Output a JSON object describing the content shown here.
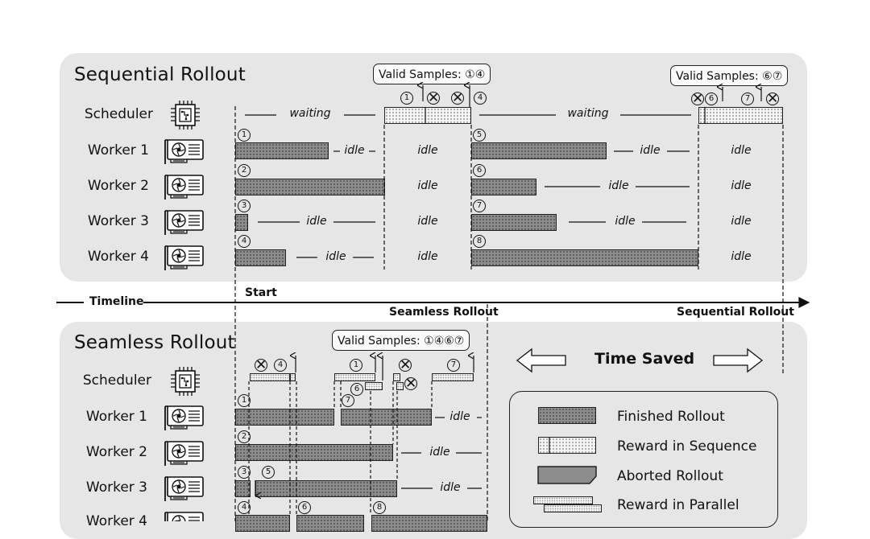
{
  "sequential": {
    "title": "Sequential Rollout",
    "valid_left": "Valid Samples: ①④",
    "valid_right": "Valid Samples: ⑥⑦",
    "waiting": "waiting",
    "idle": "idle"
  },
  "seamless": {
    "title": "Seamless Rollout",
    "valid": "Valid Samples: ①④⑥⑦",
    "time_saved": "Time Saved"
  },
  "rows": {
    "scheduler": "Scheduler",
    "worker1": "Worker 1",
    "worker2": "Worker 2",
    "worker3": "Worker 3",
    "worker4": "Worker 4"
  },
  "timeline": {
    "label": "Timeline",
    "start": "Start",
    "seamless_end": "Seamless Rollout",
    "sequential_end": "Sequential Rollout"
  },
  "legend": {
    "finished": "Finished Rollout",
    "reward_seq": "Reward in Sequence",
    "aborted": "Aborted Rollout",
    "reward_par": "Reward in Parallel"
  },
  "numbers": {
    "n1": "1",
    "n2": "2",
    "n3": "3",
    "n4": "4",
    "n5": "5",
    "n6": "6",
    "n7": "7",
    "n8": "8"
  }
}
